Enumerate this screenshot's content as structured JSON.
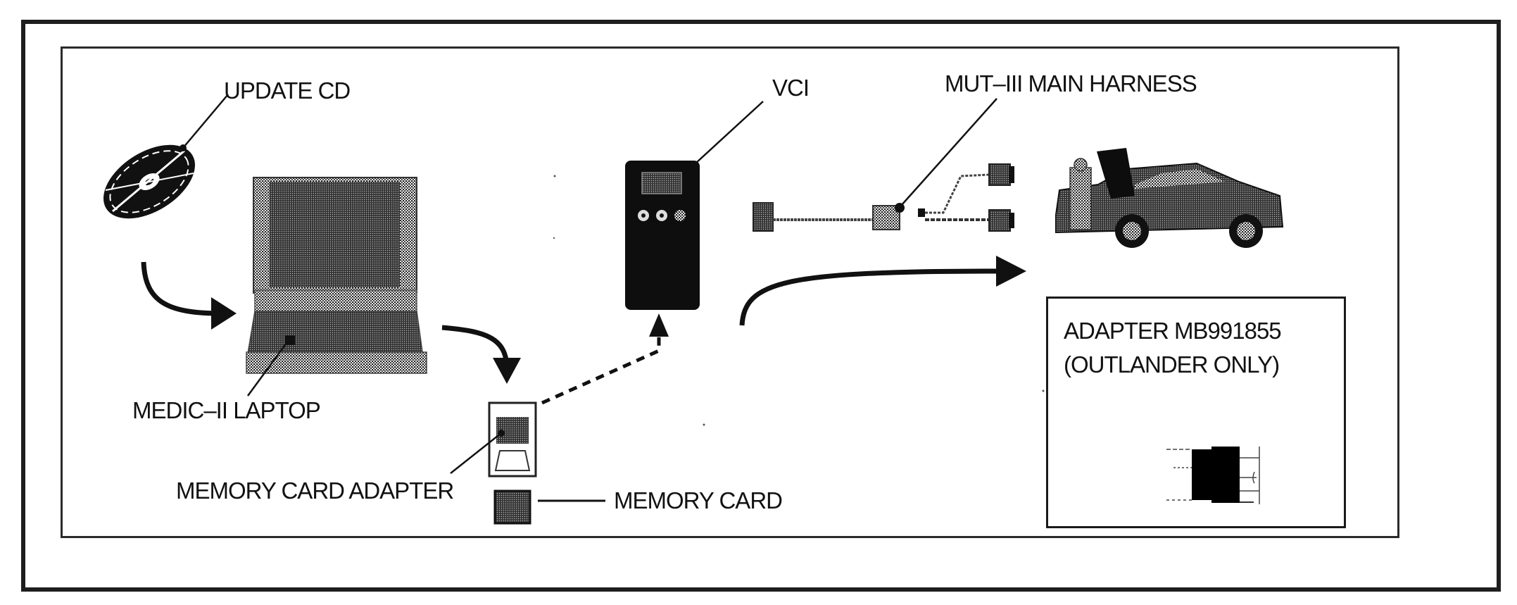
{
  "diagram": {
    "labels": {
      "update_cd": "UPDATE CD",
      "medic_laptop": "MEDIC–II LAPTOP",
      "vci": "VCI",
      "mut_harness": "MUT–III MAIN HARNESS",
      "memory_card_adapter": "MEMORY CARD ADAPTER",
      "memory_card": "MEMORY CARD"
    },
    "adapter_inset": {
      "line1": "ADAPTER MB991855",
      "line2": "(OUTLANDER ONLY)"
    },
    "components": [
      {
        "id": "update-cd",
        "icon": "cd-disc-icon"
      },
      {
        "id": "medic-laptop",
        "icon": "laptop-icon"
      },
      {
        "id": "memory-card-adapter",
        "icon": "card-adapter-icon"
      },
      {
        "id": "memory-card",
        "icon": "memory-card-icon"
      },
      {
        "id": "vci",
        "icon": "vci-device-icon"
      },
      {
        "id": "mut-harness",
        "icon": "harness-cable-icon"
      },
      {
        "id": "vehicle",
        "icon": "car-icon"
      },
      {
        "id": "adapter-mb991855",
        "icon": "connector-adapter-icon"
      }
    ],
    "flow": [
      {
        "from": "update-cd",
        "to": "medic-laptop",
        "style": "solid"
      },
      {
        "from": "medic-laptop",
        "to": "memory-card-adapter",
        "style": "solid"
      },
      {
        "from": "memory-card-adapter",
        "to": "vci",
        "style": "dashed"
      },
      {
        "from": "vci",
        "to": "vehicle",
        "style": "solid"
      }
    ],
    "colors": {
      "ink": "#111111",
      "paper": "#ffffff",
      "halftone": "#555555"
    }
  }
}
